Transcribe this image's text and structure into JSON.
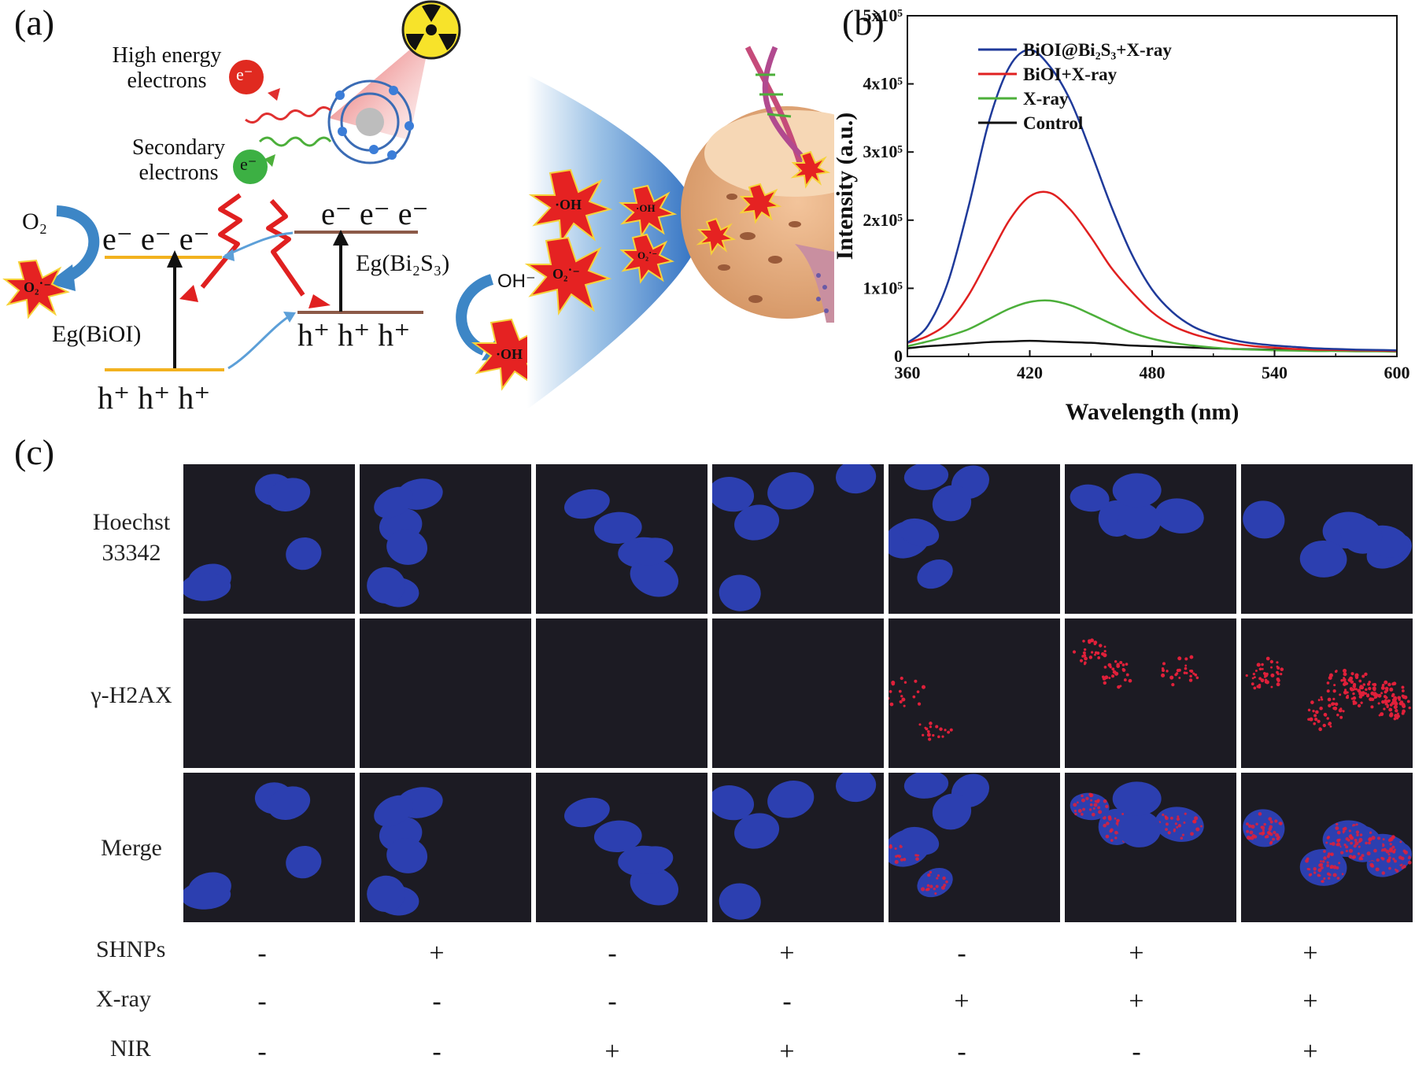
{
  "panel_a": {
    "label": "(a)",
    "high_energy_electrons": "High energy electrons",
    "secondary_electrons": "Secondary electrons",
    "electron_symbol": "e⁻",
    "o2": "O₂",
    "o2_radical": "O₂˙⁻",
    "oh_radical": "·OH",
    "oh_minus": "OH⁻",
    "electrons_row_left": "e⁻ e⁻ e⁻",
    "electrons_row_right": "e⁻ e⁻ e⁻",
    "holes_row_left": "h⁺  h⁺  h⁺",
    "holes_row_right": "h⁺  h⁺  h⁺",
    "eg_bioi": "Eg(BiOI)",
    "eg_bi2s3": "Eg(Bi₂S₃)",
    "icons": [
      "radiation-icon",
      "atom-icon",
      "cell-icon",
      "dna-icon"
    ]
  },
  "panel_b": {
    "label": "(b)",
    "chart_data": {
      "type": "line",
      "xlabel": "Wavelength (nm)",
      "ylabel": "Intensity (a.u.)",
      "xlim": [
        360,
        600
      ],
      "ylim": [
        0,
        500000
      ],
      "xticks": [
        360,
        420,
        480,
        540,
        600
      ],
      "yticks": [
        {
          "value": 0,
          "label": "0"
        },
        {
          "value": 100000,
          "label": "1x10⁵"
        },
        {
          "value": 200000,
          "label": "2x10⁵"
        },
        {
          "value": 300000,
          "label": "3x10⁵"
        },
        {
          "value": 400000,
          "label": "4x10⁵"
        },
        {
          "value": 500000,
          "label": "5x10⁵"
        }
      ],
      "legend_position": "top-right",
      "x": [
        360,
        370,
        380,
        390,
        400,
        410,
        420,
        430,
        440,
        450,
        460,
        470,
        480,
        490,
        500,
        510,
        520,
        530,
        540,
        550,
        560,
        570,
        580,
        590,
        600
      ],
      "series": [
        {
          "name": "BiOI@Bi₂S₃+X-ray",
          "color": "#1f3a9a",
          "values": [
            20000,
            45000,
            110000,
            220000,
            345000,
            425000,
            450000,
            425000,
            375000,
            300000,
            220000,
            150000,
            98000,
            65000,
            44000,
            32000,
            24000,
            19000,
            16000,
            14000,
            12000,
            11000,
            10000,
            9500,
            9000
          ]
        },
        {
          "name": "BiOI+X-ray",
          "color": "#e02020",
          "values": [
            20000,
            30000,
            50000,
            90000,
            145000,
            200000,
            235000,
            240000,
            215000,
            175000,
            130000,
            95000,
            65000,
            45000,
            33000,
            25000,
            19000,
            15000,
            13000,
            11000,
            10000,
            9500,
            9000,
            8500,
            8000
          ]
        },
        {
          "name": "X-ray",
          "color": "#4caf3a",
          "values": [
            15000,
            22000,
            30000,
            40000,
            55000,
            70000,
            80000,
            82000,
            75000,
            62000,
            48000,
            35000,
            26000,
            20000,
            16000,
            13000,
            11000,
            10000,
            9000,
            8500,
            8000,
            8000,
            7500,
            7500,
            7000
          ]
        },
        {
          "name": "Control",
          "color": "#111111",
          "values": [
            12000,
            15000,
            17000,
            19000,
            21000,
            22000,
            23000,
            22000,
            21000,
            20000,
            18000,
            16000,
            15000,
            14000,
            13000,
            12000,
            11000,
            10500,
            10000,
            9500,
            9000,
            9000,
            8500,
            8500,
            8000
          ]
        }
      ]
    }
  },
  "panel_c": {
    "label": "(c)",
    "rows": [
      "Hoechst 33342",
      "γ-H2AX",
      "Merge"
    ],
    "conditions": [
      {
        "name": "SHNPs",
        "values": [
          "-",
          "+",
          "-",
          "+",
          "-",
          "+",
          "+"
        ]
      },
      {
        "name": "X-ray",
        "values": [
          "-",
          "-",
          "-",
          "-",
          "+",
          "+",
          "+"
        ]
      },
      {
        "name": "NIR",
        "values": [
          "-",
          "-",
          "+",
          "+",
          "-",
          "-",
          "+"
        ]
      }
    ],
    "colors": {
      "background": "#1c1b23",
      "nucleus": "#2c3fb0",
      "damage": "#e0203a"
    }
  }
}
